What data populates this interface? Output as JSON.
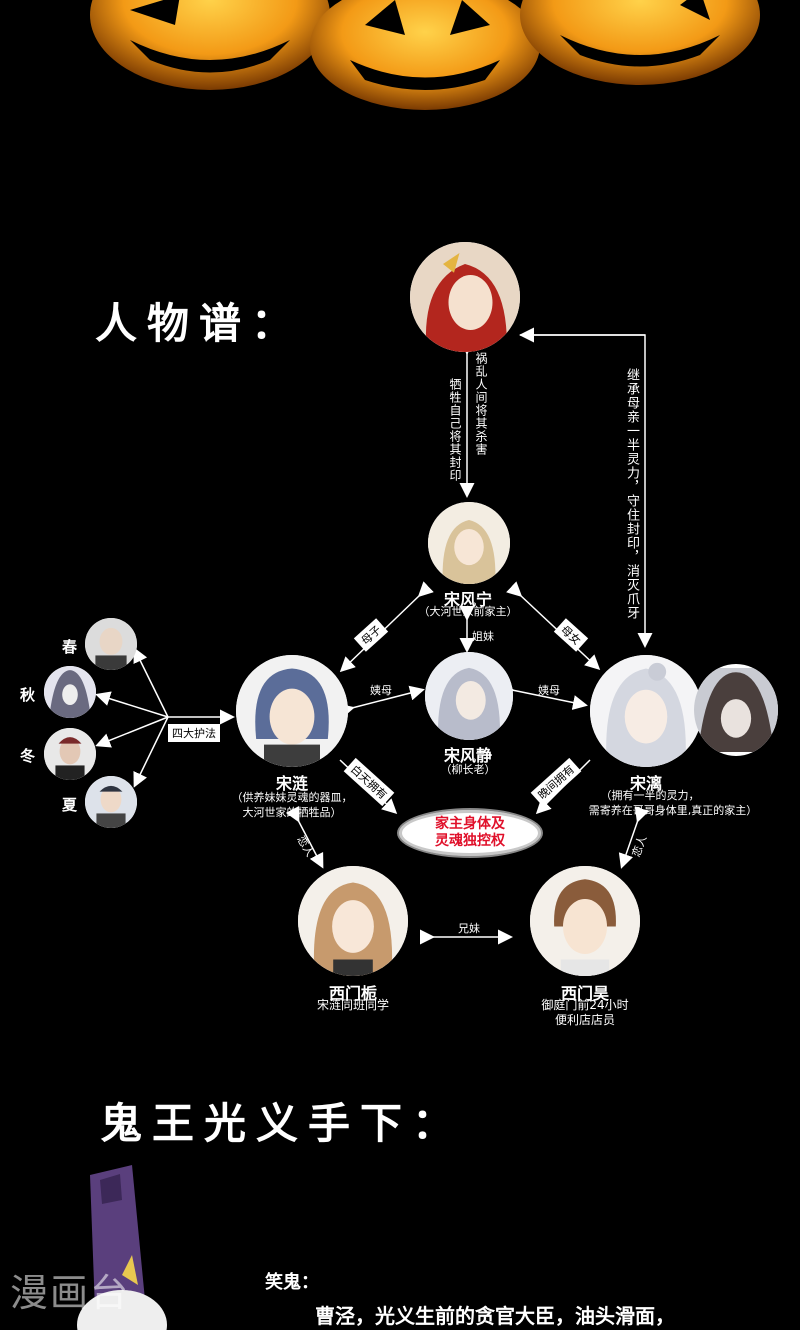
{
  "headings": {
    "characters": "人物谱：",
    "minions": "鬼王光义手下："
  },
  "guardian_label": "四大护法",
  "guardians": [
    {
      "name": "春"
    },
    {
      "name": "秋"
    },
    {
      "name": "冬"
    },
    {
      "name": "夏"
    }
  ],
  "characters": {
    "fengning": {
      "name": "宋风宁",
      "sub": "（大河世家前家主）"
    },
    "fengjing": {
      "name": "宋风静",
      "sub": "（柳长老）"
    },
    "songlian": {
      "name": "宋涟",
      "sub1": "（供养妹妹灵魂的器皿，",
      "sub2": "大河世家的牺牲品）"
    },
    "songli": {
      "name": "宋漓",
      "sub1": "（拥有一半的灵力，",
      "sub2": "需寄养在哥哥身体里,真正的家主）"
    },
    "ximenzhi": {
      "name": "西门栀",
      "sub": "宋涟同班同学"
    },
    "ximenhao": {
      "name": "西门昊",
      "sub1": "御庭门前24小时",
      "sub2": "便利店店员"
    }
  },
  "relations": {
    "top_left_1": "祸乱人间将其杀害",
    "top_left_2": "牺牲自己将其封印",
    "right_long": "继承母亲一半灵力，守住封印，消灭爪牙",
    "muzi": "母子",
    "munv": "母女",
    "jiemei": "姐妹",
    "yimu_left": "姨母",
    "yimu_right": "姨母",
    "baitian": "白天拥有",
    "wanjian": "晚间拥有",
    "lianren_left": "恋人",
    "lianren_right": "恋人",
    "xiongmei": "兄妹"
  },
  "center_oval": {
    "line1": "家主身体及",
    "line2": "灵魂独控权"
  },
  "minion": {
    "title": "笑鬼：",
    "desc": "曹泾，光义生前的贪官大臣，油头滑面，"
  },
  "watermark": "漫画台",
  "colors": {
    "background": "#000000",
    "accent_red": "#e0102a",
    "pumpkin": "#f7a21b"
  }
}
